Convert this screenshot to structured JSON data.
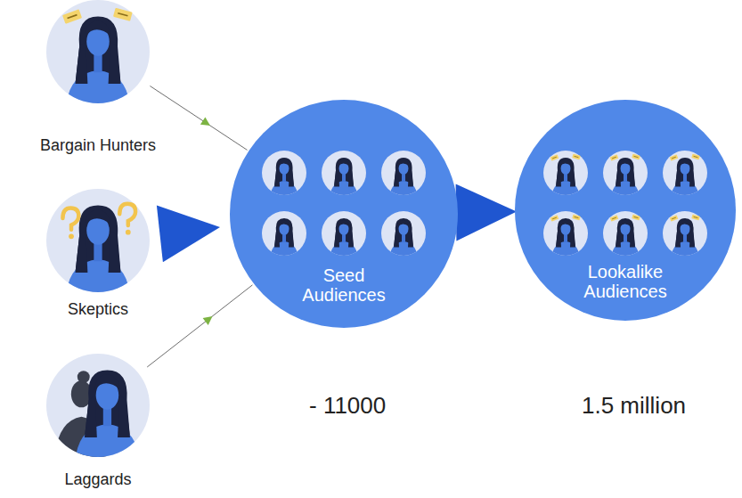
{
  "diagram": {
    "nodes": [
      {
        "text": [
          "Bargain Hunters"
        ]
      },
      {
        "text": [
          "Skeptics"
        ]
      },
      {
        "text": [
          "Laggards"
        ]
      },
      {
        "text": [
          "Seed Audiences"
        ]
      },
      {
        "text": [
          "Lookalike Audiences"
        ]
      }
    ],
    "edges": [
      {
        "from": 0,
        "to": 3,
        "arrow": "to"
      },
      {
        "from": 1,
        "to": 3,
        "arrow": "to"
      },
      {
        "from": 2,
        "to": 3,
        "arrow": "to"
      },
      {
        "from": 3,
        "to": 4,
        "arrow": "to"
      }
    ],
    "labels": [
      "- 11000",
      "1.5 million"
    ]
  }
}
